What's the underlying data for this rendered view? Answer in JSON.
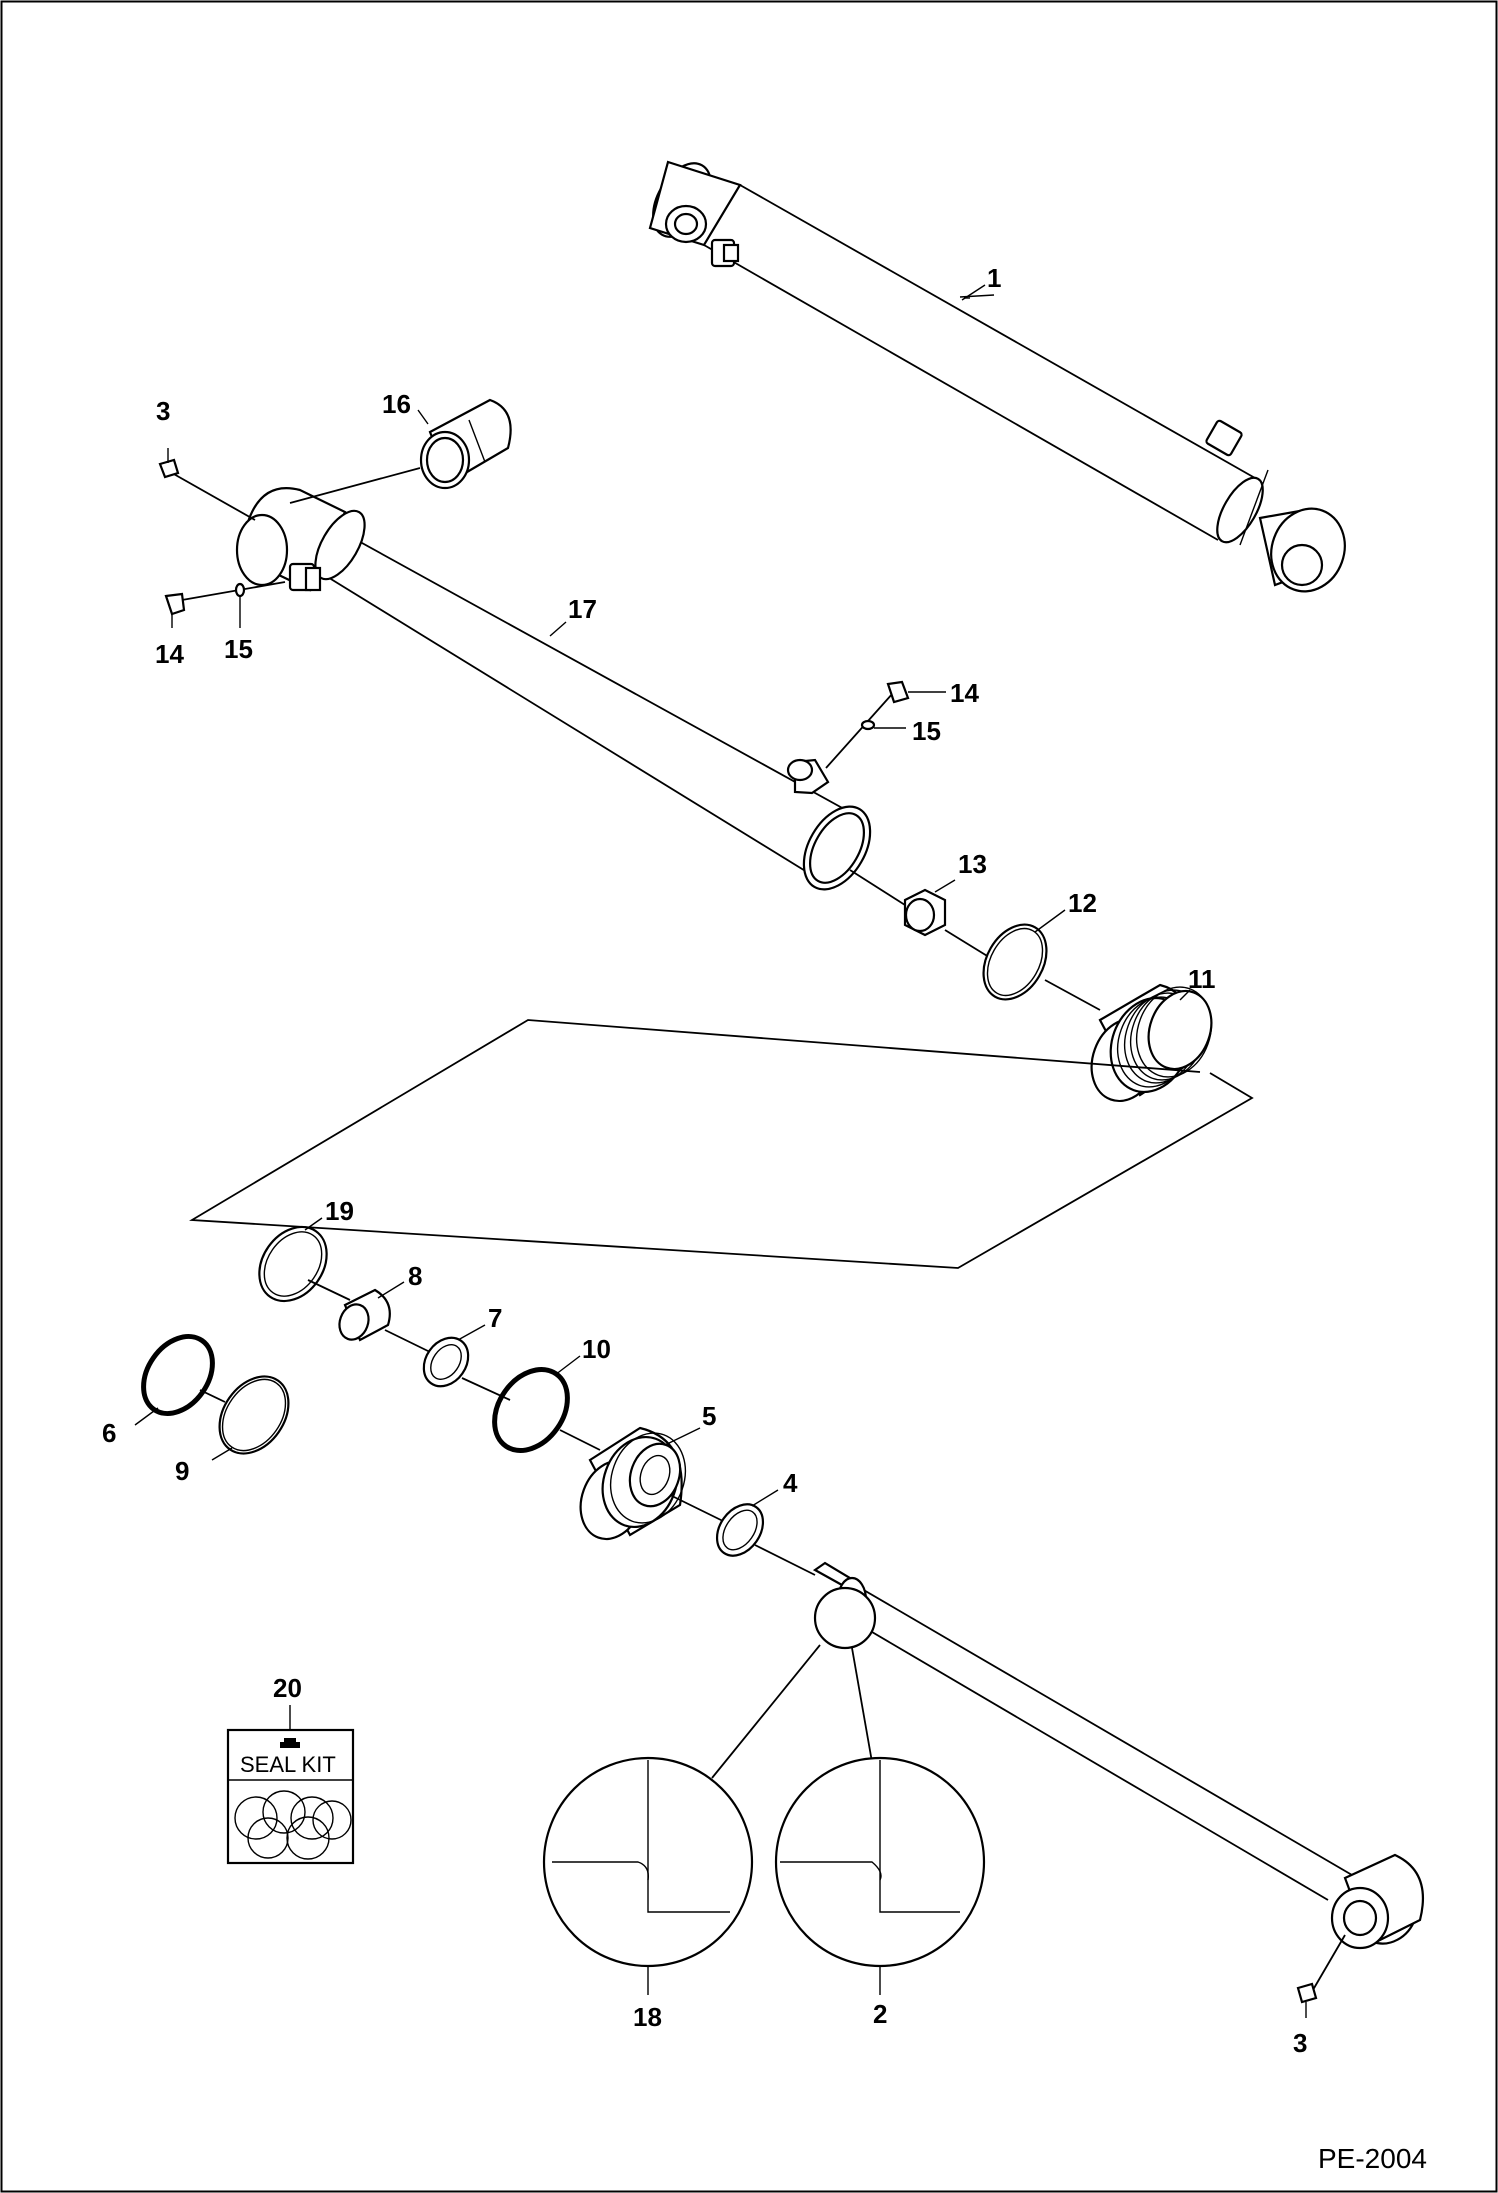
{
  "diagram": {
    "reference_code": "PE-2004",
    "seal_kit_label": "SEAL KIT",
    "callouts": {
      "c1": "1",
      "c2": "2",
      "c3a": "3",
      "c3b": "3",
      "c4": "4",
      "c5": "5",
      "c6": "6",
      "c7": "7",
      "c8": "8",
      "c9": "9",
      "c10": "10",
      "c11": "11",
      "c12": "12",
      "c13": "13",
      "c14a": "14",
      "c14b": "14",
      "c15a": "15",
      "c15b": "15",
      "c16": "16",
      "c17": "17",
      "c18": "18",
      "c19": "19",
      "c20": "20"
    }
  }
}
